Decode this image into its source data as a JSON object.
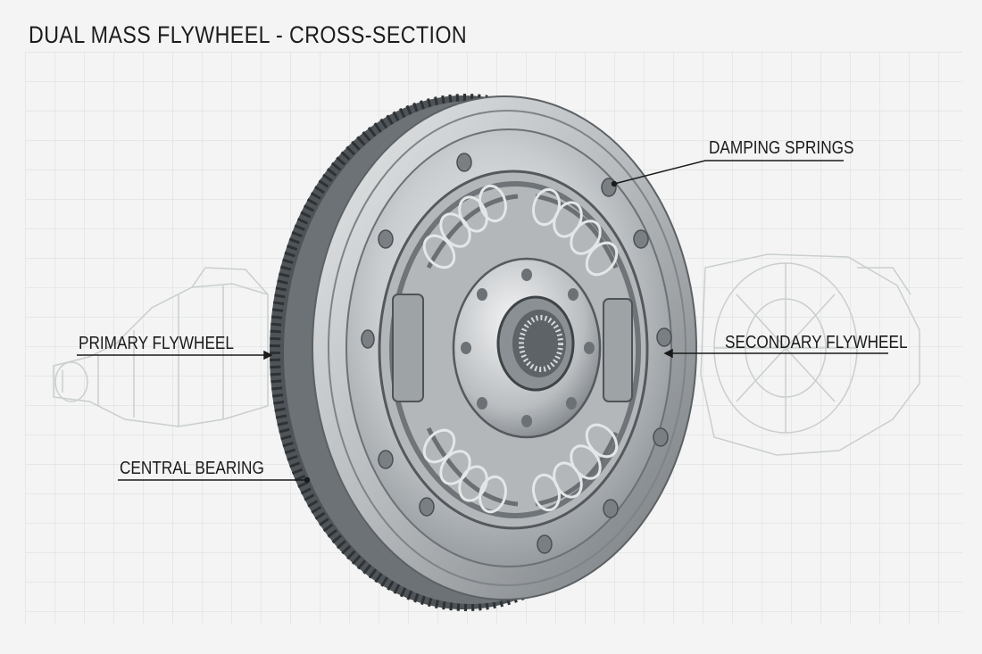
{
  "title": "DUAL MASS FLYWHEEL - CROSS-SECTION",
  "labels": {
    "damping_springs": "DAMPING SPRINGS",
    "primary_flywheel": "PRIMARY FLYWHEEL",
    "secondary_flywheel": "SECONDARY FLYWHEEL",
    "central_bearing": "CENTRAL BEARING"
  },
  "colors": {
    "background": "#f3f4f3",
    "grid": "#d9dddc",
    "metal_light": "#d8dbdd",
    "metal_mid": "#a7acaf",
    "metal_dark": "#5f6468",
    "ink": "#1a1a1a"
  }
}
